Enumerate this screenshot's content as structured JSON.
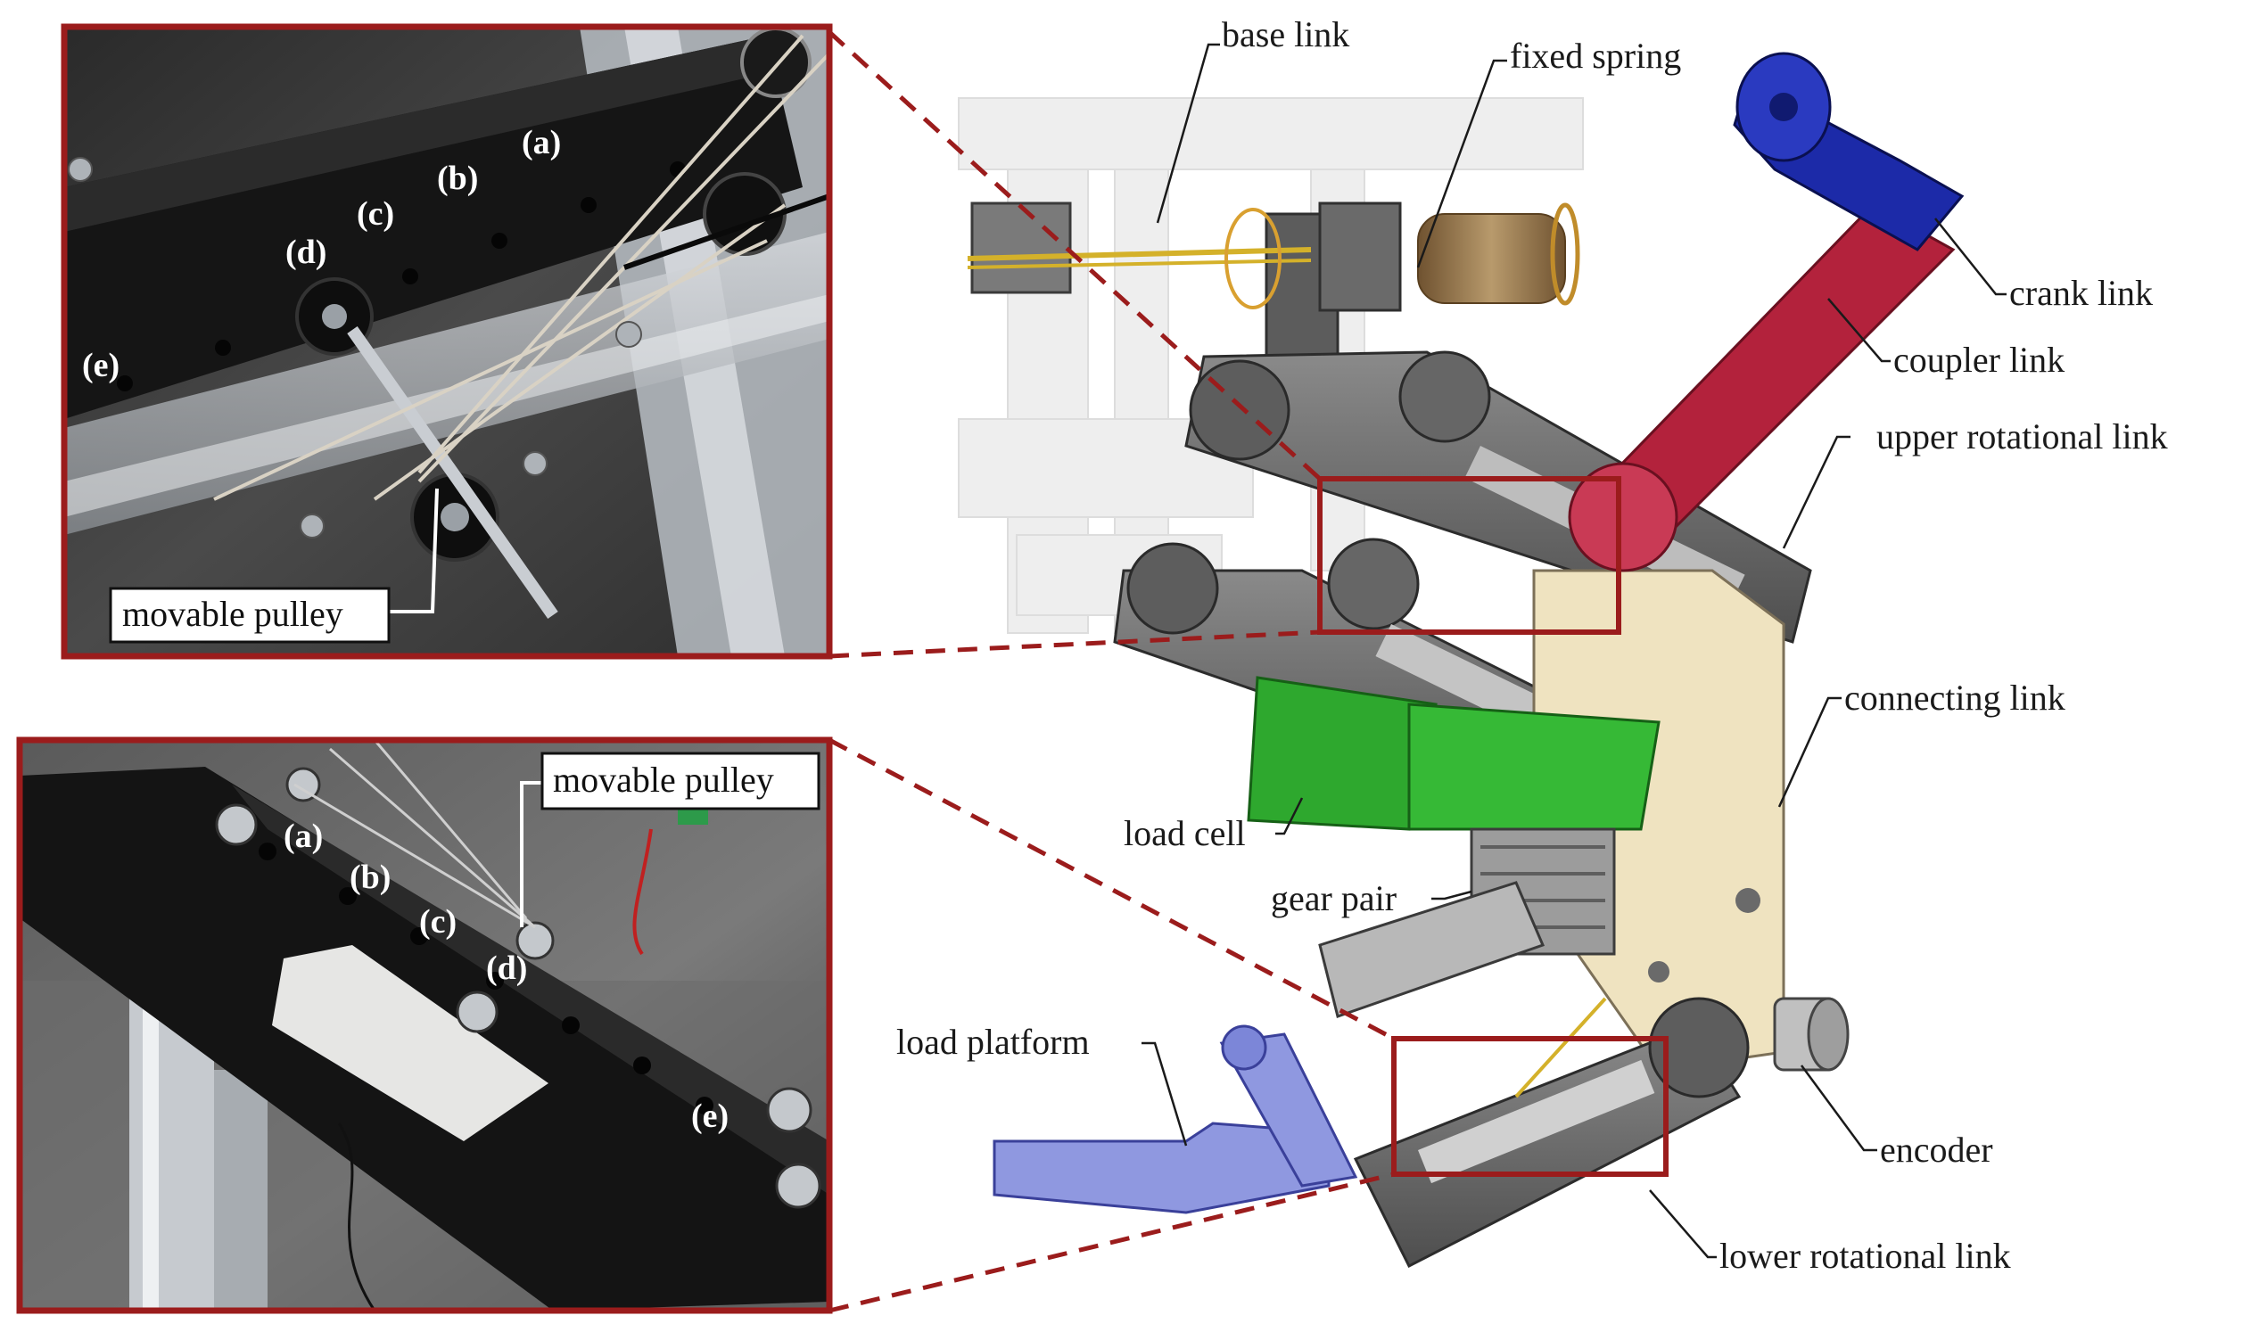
{
  "labels": {
    "base_link": "base link",
    "fixed_spring": "fixed spring",
    "crank_link": "crank link",
    "coupler_link": "coupler link",
    "upper_rotational_link": "upper rotational link",
    "connecting_link": "connecting link",
    "load_cell": "load cell",
    "gear_pair": "gear pair",
    "load_platform": "load platform",
    "encoder": "encoder",
    "lower_rotational_link": "lower rotational link"
  },
  "insets": {
    "top": {
      "callout": "movable pulley",
      "positions": [
        "(a)",
        "(b)",
        "(c)",
        "(d)",
        "(e)"
      ]
    },
    "bottom": {
      "callout": "movable pulley",
      "positions": [
        "(a)",
        "(b)",
        "(c)",
        "(d)",
        "(e)"
      ]
    }
  },
  "colors": {
    "frame": "#9b1c1c",
    "crank": "#1c2aa8",
    "coupler": "#b3223c",
    "load_cell": "#2ea82e",
    "connecting_link": "#efe3c0",
    "load_platform": "#8f98e0",
    "spring": "#8a6a40",
    "link_gray": "#6e6e6e"
  }
}
